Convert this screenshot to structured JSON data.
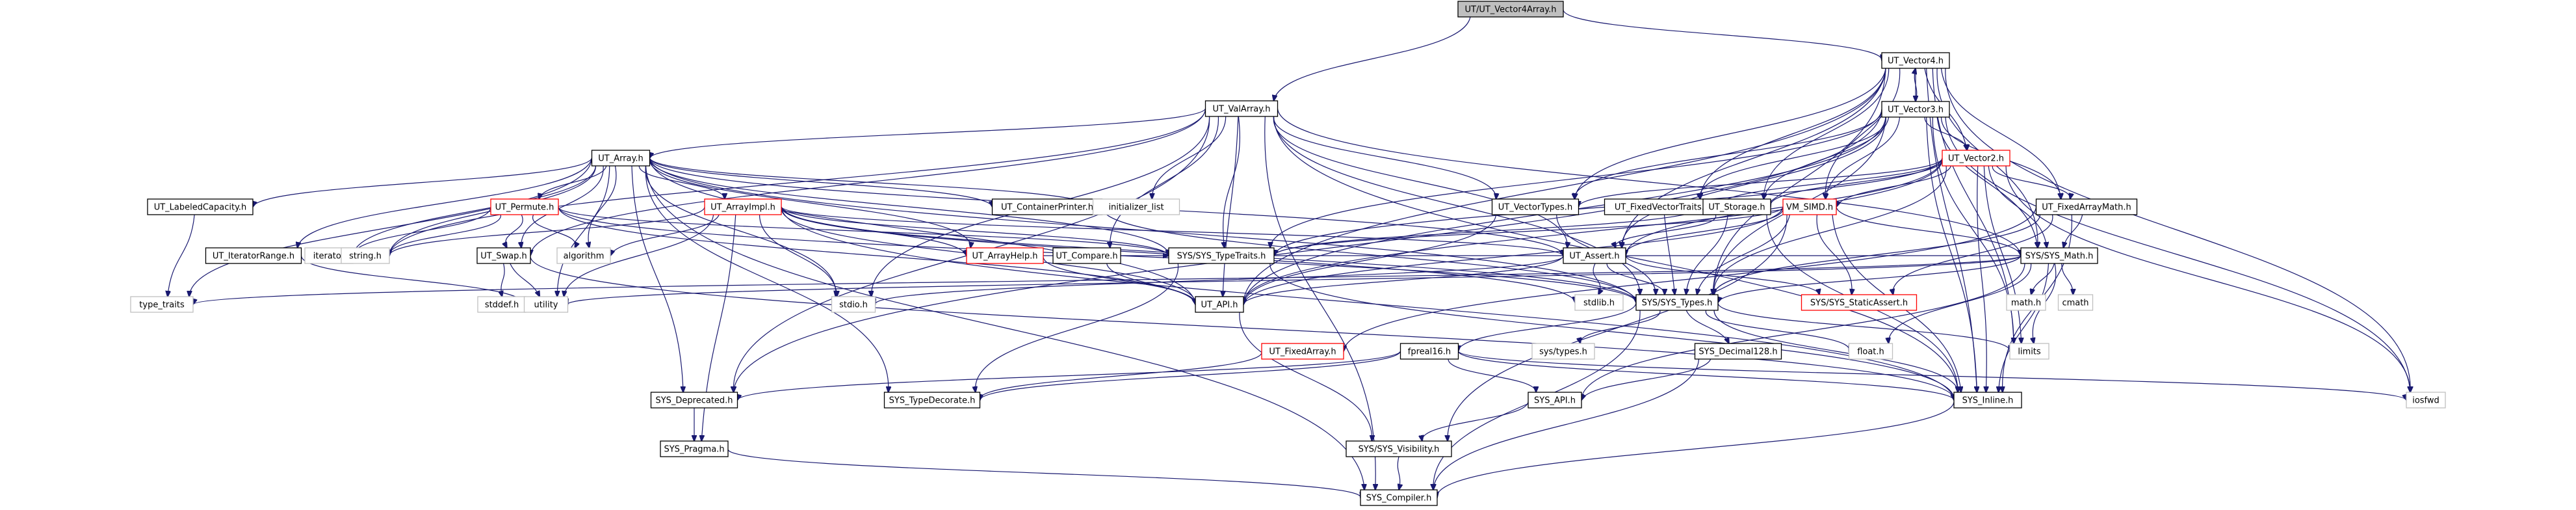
{
  "diagram": {
    "title": "UT/UT_Vector4Array.h",
    "type": "include-dependency-graph",
    "colors": {
      "edge": "#191970",
      "root_fill": "#bfbfbf",
      "node_border": "#000000",
      "truncated_border": "#ff0000",
      "system_border": "#bfbfbf",
      "background": "#ffffff"
    },
    "legend_kinds": {
      "root": "file being documented",
      "normal": "documented header",
      "truncated": "header with truncated graph (red border)",
      "external": "system / external header (gray border)"
    },
    "nodes": [
      {
        "id": "v4array",
        "label": "UT/UT_Vector4Array.h",
        "kind": "root"
      },
      {
        "id": "v4",
        "label": "UT_Vector4.h",
        "kind": "normal"
      },
      {
        "id": "v3",
        "label": "UT_Vector3.h",
        "kind": "normal"
      },
      {
        "id": "v2",
        "label": "UT_Vector2.h",
        "kind": "truncated"
      },
      {
        "id": "valarray",
        "label": "UT_ValArray.h",
        "kind": "normal"
      },
      {
        "id": "array",
        "label": "UT_Array.h",
        "kind": "normal"
      },
      {
        "id": "labeledcap",
        "label": "UT_LabeledCapacity.h",
        "kind": "normal"
      },
      {
        "id": "permute",
        "label": "UT_Permute.h",
        "kind": "truncated"
      },
      {
        "id": "arrayimpl",
        "label": "UT_ArrayImpl.h",
        "kind": "truncated"
      },
      {
        "id": "containerprinter",
        "label": "UT_ContainerPrinter.h",
        "kind": "normal"
      },
      {
        "id": "initlist",
        "label": "initializer_list",
        "kind": "external"
      },
      {
        "id": "vectortypes",
        "label": "UT_VectorTypes.h",
        "kind": "normal"
      },
      {
        "id": "fixedvectortraits",
        "label": "UT_FixedVectorTraits.h",
        "kind": "normal"
      },
      {
        "id": "storage",
        "label": "UT_Storage.h",
        "kind": "normal"
      },
      {
        "id": "vmsimd",
        "label": "VM_SIMD.h",
        "kind": "truncated"
      },
      {
        "id": "fixedarraymath",
        "label": "UT_FixedArrayMath.h",
        "kind": "normal"
      },
      {
        "id": "iterrange",
        "label": "UT_IteratorRange.h",
        "kind": "normal"
      },
      {
        "id": "iterator",
        "label": "iterator",
        "kind": "external"
      },
      {
        "id": "stringh",
        "label": "string.h",
        "kind": "external"
      },
      {
        "id": "swap",
        "label": "UT_Swap.h",
        "kind": "normal"
      },
      {
        "id": "algorithm",
        "label": "algorithm",
        "kind": "external"
      },
      {
        "id": "arrayhelp",
        "label": "UT_ArrayHelp.h",
        "kind": "truncated"
      },
      {
        "id": "compare",
        "label": "UT_Compare.h",
        "kind": "normal"
      },
      {
        "id": "typetraitsh",
        "label": "SYS/SYS_TypeTraits.h",
        "kind": "normal"
      },
      {
        "id": "assert",
        "label": "UT_Assert.h",
        "kind": "normal"
      },
      {
        "id": "sysmath",
        "label": "SYS/SYS_Math.h",
        "kind": "normal"
      },
      {
        "id": "type_traits",
        "label": "type_traits",
        "kind": "external"
      },
      {
        "id": "stddef",
        "label": "stddef.h",
        "kind": "external"
      },
      {
        "id": "utility",
        "label": "utility",
        "kind": "external"
      },
      {
        "id": "stdio",
        "label": "stdio.h",
        "kind": "external"
      },
      {
        "id": "utapi",
        "label": "UT_API.h",
        "kind": "normal"
      },
      {
        "id": "stdlib",
        "label": "stdlib.h",
        "kind": "external"
      },
      {
        "id": "systypes",
        "label": "SYS/SYS_Types.h",
        "kind": "normal"
      },
      {
        "id": "staticassert",
        "label": "SYS/SYS_StaticAssert.h",
        "kind": "truncated"
      },
      {
        "id": "mathh",
        "label": "math.h",
        "kind": "external"
      },
      {
        "id": "cmath",
        "label": "cmath",
        "kind": "external"
      },
      {
        "id": "fixedarray",
        "label": "UT_FixedArray.h",
        "kind": "truncated"
      },
      {
        "id": "fpreal16",
        "label": "fpreal16.h",
        "kind": "normal"
      },
      {
        "id": "systypesh",
        "label": "sys/types.h",
        "kind": "external"
      },
      {
        "id": "decimal128",
        "label": "SYS_Decimal128.h",
        "kind": "normal"
      },
      {
        "id": "floath",
        "label": "float.h",
        "kind": "external"
      },
      {
        "id": "limits",
        "label": "limits",
        "kind": "external"
      },
      {
        "id": "deprecated",
        "label": "SYS_Deprecated.h",
        "kind": "normal"
      },
      {
        "id": "typedecorate",
        "label": "SYS_TypeDecorate.h",
        "kind": "normal"
      },
      {
        "id": "sysapi",
        "label": "SYS_API.h",
        "kind": "normal"
      },
      {
        "id": "inline",
        "label": "SYS_Inline.h",
        "kind": "normal"
      },
      {
        "id": "iosfwd",
        "label": "iosfwd",
        "kind": "external"
      },
      {
        "id": "pragma",
        "label": "SYS_Pragma.h",
        "kind": "normal"
      },
      {
        "id": "visibility",
        "label": "SYS/SYS_Visibility.h",
        "kind": "normal"
      },
      {
        "id": "compiler",
        "label": "SYS_Compiler.h",
        "kind": "normal"
      }
    ],
    "edges": [
      [
        "v4array",
        "valarray"
      ],
      [
        "v4array",
        "v4"
      ],
      [
        "v4",
        "v3"
      ],
      [
        "v3",
        "v4"
      ],
      [
        "v4",
        "v2"
      ],
      [
        "v4",
        "vectortypes"
      ],
      [
        "v4",
        "fixedvectortraits"
      ],
      [
        "v4",
        "storage"
      ],
      [
        "v4",
        "vmsimd"
      ],
      [
        "v4",
        "fixedarraymath"
      ],
      [
        "v4",
        "assert"
      ],
      [
        "v4",
        "sysmath"
      ],
      [
        "v4",
        "utapi"
      ],
      [
        "v4",
        "limits"
      ],
      [
        "v4",
        "inline"
      ],
      [
        "v4",
        "iosfwd"
      ],
      [
        "v4",
        "systypes"
      ],
      [
        "v3",
        "v2"
      ],
      [
        "v3",
        "vectortypes"
      ],
      [
        "v3",
        "fixedvectortraits"
      ],
      [
        "v3",
        "storage"
      ],
      [
        "v3",
        "vmsimd"
      ],
      [
        "v3",
        "fixedarraymath"
      ],
      [
        "v3",
        "assert"
      ],
      [
        "v3",
        "sysmath"
      ],
      [
        "v3",
        "utapi"
      ],
      [
        "v3",
        "typetraitsh"
      ],
      [
        "v3",
        "limits"
      ],
      [
        "v3",
        "inline"
      ],
      [
        "v3",
        "iosfwd"
      ],
      [
        "v3",
        "deprecated"
      ],
      [
        "v3",
        "systypes"
      ],
      [
        "v2",
        "vectortypes"
      ],
      [
        "v2",
        "fixedvectortraits"
      ],
      [
        "v2",
        "storage"
      ],
      [
        "v2",
        "vmsimd"
      ],
      [
        "v2",
        "fixedarraymath"
      ],
      [
        "v2",
        "assert"
      ],
      [
        "v2",
        "sysmath"
      ],
      [
        "v2",
        "utapi"
      ],
      [
        "v2",
        "typetraitsh"
      ],
      [
        "v2",
        "inline"
      ],
      [
        "v2",
        "iosfwd"
      ],
      [
        "v2",
        "limits"
      ],
      [
        "v2",
        "systypes"
      ],
      [
        "valarray",
        "array"
      ],
      [
        "valarray",
        "vectortypes"
      ],
      [
        "valarray",
        "initlist"
      ],
      [
        "valarray",
        "compare"
      ],
      [
        "valarray",
        "typetraitsh"
      ],
      [
        "valarray",
        "assert"
      ],
      [
        "valarray",
        "utapi"
      ],
      [
        "valarray",
        "systypes"
      ],
      [
        "valarray",
        "stdio"
      ],
      [
        "valarray",
        "deprecated"
      ],
      [
        "valarray",
        "compiler"
      ],
      [
        "valarray",
        "swap"
      ],
      [
        "valarray",
        "stringh"
      ],
      [
        "valarray",
        "inline"
      ],
      [
        "valarray",
        "sysmath"
      ],
      [
        "array",
        "labeledcap"
      ],
      [
        "array",
        "permute"
      ],
      [
        "array",
        "arrayimpl"
      ],
      [
        "array",
        "containerprinter"
      ],
      [
        "array",
        "initlist"
      ],
      [
        "array",
        "iterrange"
      ],
      [
        "array",
        "iterator"
      ],
      [
        "array",
        "stringh"
      ],
      [
        "array",
        "swap"
      ],
      [
        "array",
        "algorithm"
      ],
      [
        "array",
        "arrayhelp"
      ],
      [
        "array",
        "typetraitsh"
      ],
      [
        "array",
        "assert"
      ],
      [
        "array",
        "utapi"
      ],
      [
        "array",
        "systypes"
      ],
      [
        "array",
        "stdio"
      ],
      [
        "array",
        "type_traits"
      ],
      [
        "array",
        "utility"
      ],
      [
        "array",
        "deprecated"
      ],
      [
        "array",
        "compiler"
      ],
      [
        "array",
        "typedecorate"
      ],
      [
        "labeledcap",
        "type_traits"
      ],
      [
        "permute",
        "iterator"
      ],
      [
        "permute",
        "stringh"
      ],
      [
        "permute",
        "swap"
      ],
      [
        "permute",
        "algorithm"
      ],
      [
        "permute",
        "typetraitsh"
      ],
      [
        "permute",
        "systypes"
      ],
      [
        "permute",
        "utapi"
      ],
      [
        "arrayimpl",
        "arrayhelp"
      ],
      [
        "arrayimpl",
        "algorithm"
      ],
      [
        "arrayimpl",
        "utility"
      ],
      [
        "arrayimpl",
        "stringh"
      ],
      [
        "arrayimpl",
        "typetraitsh"
      ],
      [
        "arrayimpl",
        "assert"
      ],
      [
        "arrayimpl",
        "utapi"
      ],
      [
        "arrayimpl",
        "systypes"
      ],
      [
        "arrayimpl",
        "stdio"
      ],
      [
        "arrayimpl",
        "stdlib"
      ],
      [
        "arrayimpl",
        "inline"
      ],
      [
        "arrayimpl",
        "pragma"
      ],
      [
        "containerprinter",
        "systypes"
      ],
      [
        "iterrange",
        "utility"
      ],
      [
        "swap",
        "stddef"
      ],
      [
        "swap",
        "utility"
      ],
      [
        "swap",
        "inline"
      ],
      [
        "arrayhelp",
        "utapi"
      ],
      [
        "arrayhelp",
        "typetraitsh"
      ],
      [
        "compare",
        "utapi"
      ],
      [
        "typetraitsh",
        "typedecorate"
      ],
      [
        "typetraitsh",
        "inline"
      ],
      [
        "assert",
        "utapi"
      ],
      [
        "assert",
        "systypes"
      ],
      [
        "assert",
        "staticassert"
      ],
      [
        "assert",
        "stdio"
      ],
      [
        "assert",
        "stdlib"
      ],
      [
        "vectortypes",
        "utapi"
      ],
      [
        "vectortypes",
        "systypes"
      ],
      [
        "fixedvectortraits",
        "systypes"
      ],
      [
        "storage",
        "assert"
      ],
      [
        "storage",
        "typetraitsh"
      ],
      [
        "storage",
        "systypes"
      ],
      [
        "storage",
        "inline"
      ],
      [
        "vmsimd",
        "sysmath"
      ],
      [
        "vmsimd",
        "assert"
      ],
      [
        "vmsimd",
        "systypes"
      ],
      [
        "vmsimd",
        "staticassert"
      ],
      [
        "vmsimd",
        "typetraitsh"
      ],
      [
        "vmsimd",
        "visibility"
      ],
      [
        "vmsimd",
        "inline"
      ],
      [
        "vmsimd",
        "utapi"
      ],
      [
        "fixedarraymath",
        "sysmath"
      ],
      [
        "fixedarraymath",
        "systypes"
      ],
      [
        "fixedarraymath",
        "inline"
      ],
      [
        "fixedarraymath",
        "staticassert"
      ],
      [
        "fixedarraymath",
        "fixedarray"
      ],
      [
        "sysmath",
        "mathh"
      ],
      [
        "sysmath",
        "cmath"
      ],
      [
        "sysmath",
        "floath"
      ],
      [
        "sysmath",
        "limits"
      ],
      [
        "sysmath",
        "systypes"
      ],
      [
        "sysmath",
        "inline"
      ],
      [
        "sysmath",
        "sysapi"
      ],
      [
        "sysmath",
        "typetraitsh"
      ],
      [
        "sysmath",
        "utility"
      ],
      [
        "sysmath",
        "type_traits"
      ],
      [
        "utapi",
        "visibility"
      ],
      [
        "systypes",
        "fpreal16"
      ],
      [
        "systypes",
        "systypesh"
      ],
      [
        "systypes",
        "decimal128"
      ],
      [
        "systypes",
        "floath"
      ],
      [
        "systypes",
        "limits"
      ],
      [
        "systypes",
        "inline"
      ],
      [
        "systypes",
        "compiler"
      ],
      [
        "fixedarray",
        "typedecorate"
      ],
      [
        "fpreal16",
        "deprecated"
      ],
      [
        "fpreal16",
        "typedecorate"
      ],
      [
        "fpreal16",
        "sysapi"
      ],
      [
        "fpreal16",
        "inline"
      ],
      [
        "fpreal16",
        "iosfwd"
      ],
      [
        "decimal128",
        "sysapi"
      ],
      [
        "decimal128",
        "compiler"
      ],
      [
        "deprecated",
        "pragma"
      ],
      [
        "sysapi",
        "visibility"
      ],
      [
        "inline",
        "compiler"
      ],
      [
        "pragma",
        "compiler"
      ],
      [
        "visibility",
        "compiler"
      ]
    ]
  }
}
